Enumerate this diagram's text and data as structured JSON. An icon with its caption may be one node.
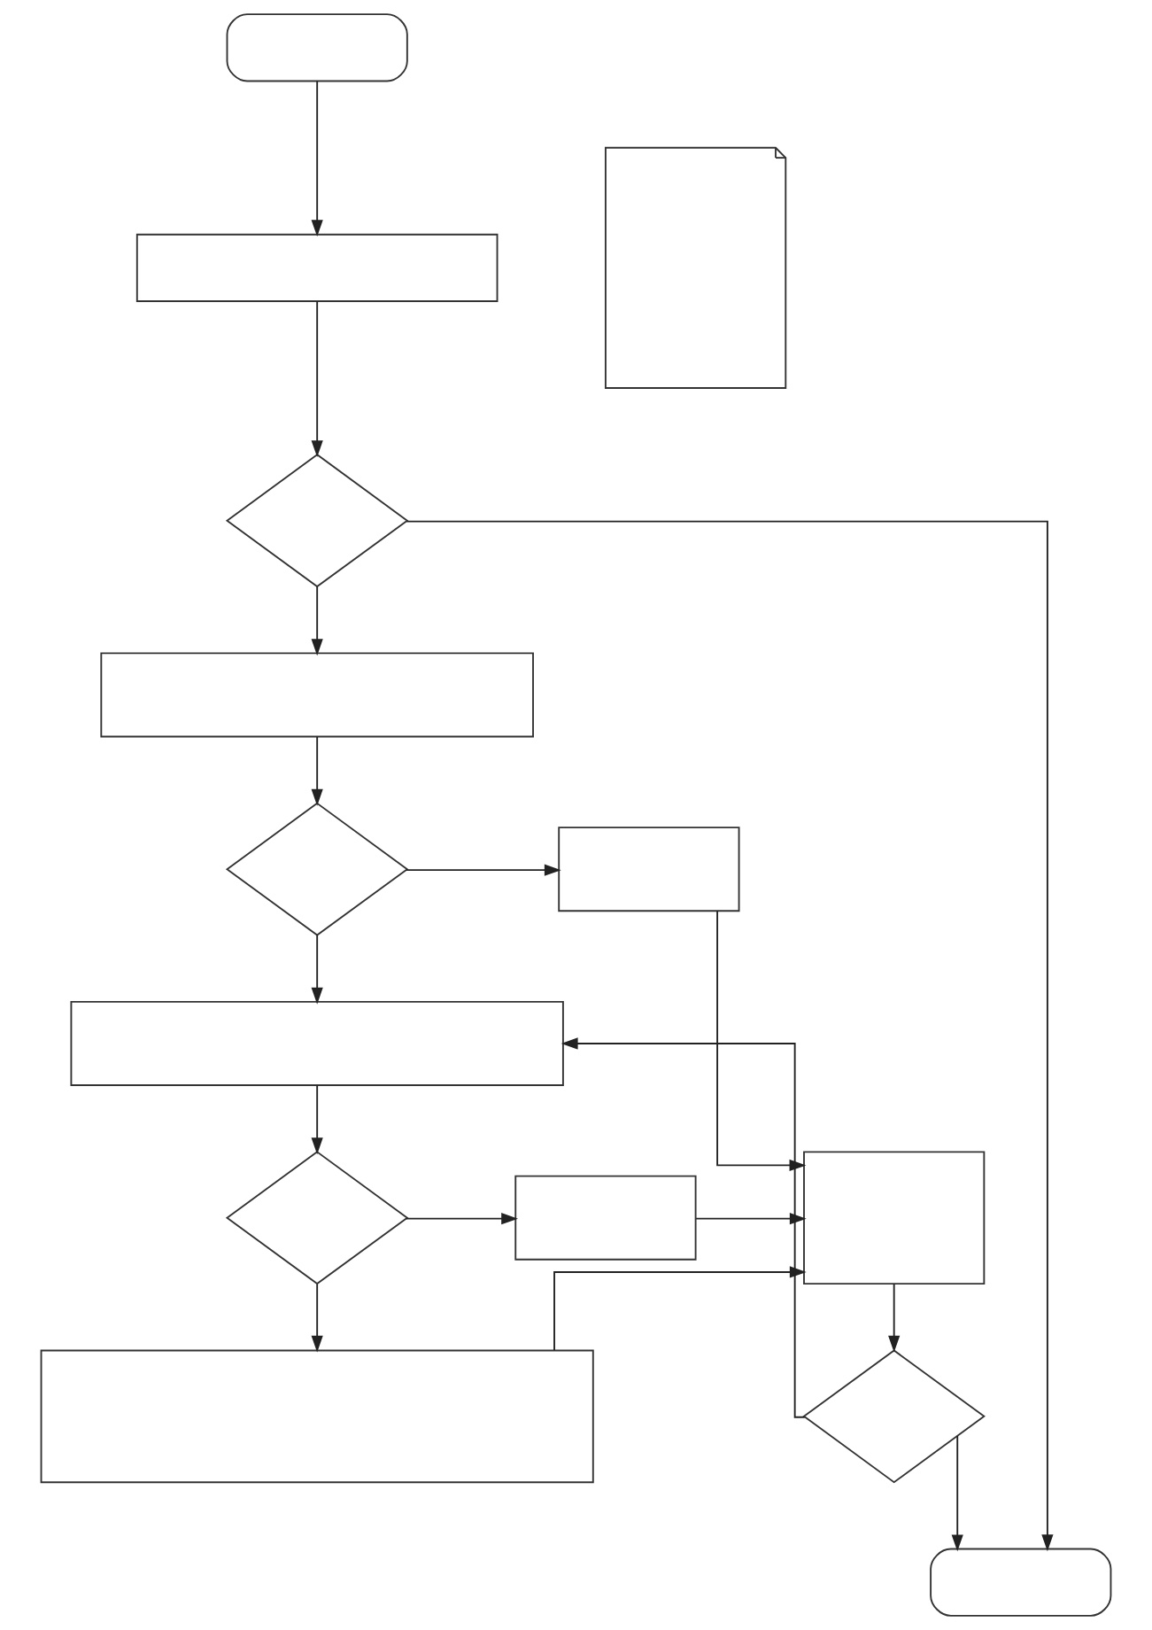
{
  "diagram": {
    "nodes": [
      {
        "text": [],
        "shape": "oval"
      },
      {
        "text": [],
        "shape": "box"
      },
      {
        "text": [],
        "shape": "diamond"
      },
      {
        "text": [],
        "shape": "box"
      },
      {
        "text": [],
        "shape": "diamond"
      },
      {
        "text": [],
        "shape": "box"
      },
      {
        "text": [],
        "shape": "box"
      },
      {
        "text": [],
        "shape": "diamond"
      },
      {
        "text": [],
        "shape": "box"
      },
      {
        "text": [],
        "shape": "box"
      },
      {
        "text": [],
        "shape": "box"
      },
      {
        "text": [],
        "shape": "diamond"
      },
      {
        "text": [],
        "shape": "oval"
      },
      {
        "text": [],
        "shape": "document"
      }
    ],
    "edges": [
      {
        "from": 0,
        "to": 1,
        "arrow": "to"
      },
      {
        "from": 1,
        "to": 2,
        "arrow": "to"
      },
      {
        "from": 2,
        "to": 3,
        "arrow": "to"
      },
      {
        "from": 2,
        "to": 12,
        "arrow": "to"
      },
      {
        "from": 3,
        "to": 4,
        "arrow": "to"
      },
      {
        "from": 4,
        "to": 5,
        "arrow": "to"
      },
      {
        "from": 4,
        "to": 6,
        "arrow": "to"
      },
      {
        "from": 5,
        "to": 10,
        "arrow": "to"
      },
      {
        "from": 6,
        "to": 7,
        "arrow": "to"
      },
      {
        "from": 7,
        "to": 8,
        "arrow": "to"
      },
      {
        "from": 7,
        "to": 9,
        "arrow": "to"
      },
      {
        "from": 8,
        "to": 10,
        "arrow": "to"
      },
      {
        "from": 9,
        "to": 10,
        "arrow": "to"
      },
      {
        "from": 10,
        "to": 11,
        "arrow": "to"
      },
      {
        "from": 11,
        "to": 6,
        "arrow": "to"
      },
      {
        "from": 11,
        "to": 12,
        "arrow": "to"
      }
    ]
  }
}
